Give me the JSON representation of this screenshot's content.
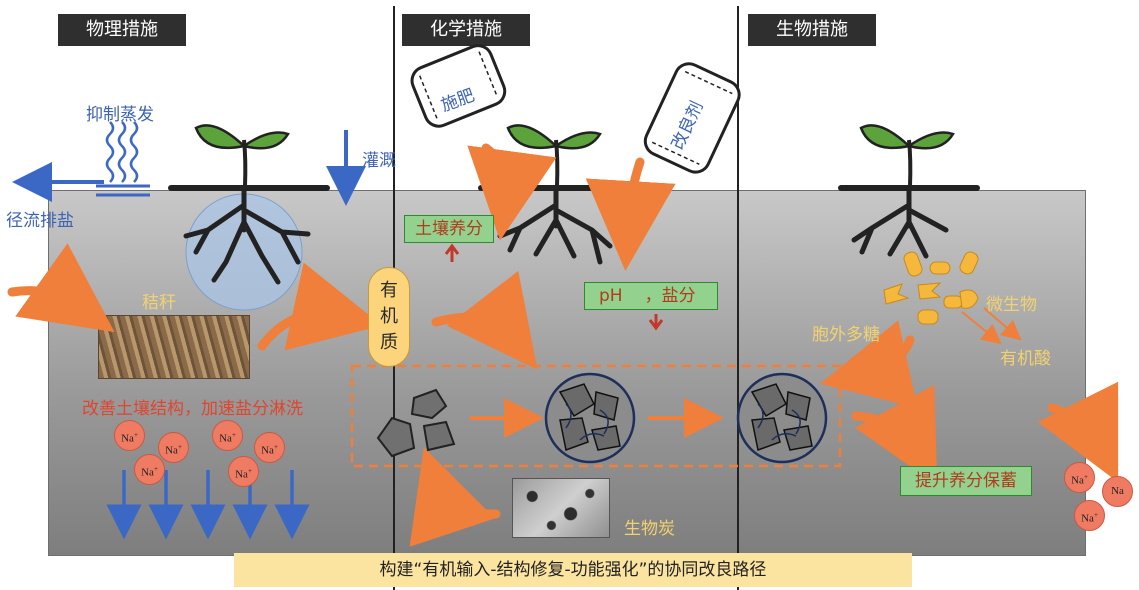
{
  "headers": {
    "physical": "物理措施",
    "chemical": "化学措施",
    "biological": "生物措施"
  },
  "physical": {
    "suppress_evaporation": "抑制蒸发",
    "irrigation": "灌溉",
    "runoff_salt": "径流排盐",
    "straw": "秸秆",
    "improve_structure": "改善土壤结构，加速盐分淋洗",
    "ion_label": "Na",
    "ion_charge": "+"
  },
  "chemical": {
    "fertilizer": "施肥",
    "amendment": "改良剂",
    "soil_nutrients": "土壤养分",
    "ph_salt_ph": "pH",
    "ph_salt_rest": "，盐分",
    "organic_matter": "有机质",
    "biochar": "生物炭"
  },
  "biological": {
    "microbes": "微生物",
    "eps": "胞外多糖",
    "organic_acid": "有机酸",
    "nutrient_retention": "提升养分保蓄"
  },
  "footer": "构建“有机输入-结构修复-功能强化”的协同改良路径",
  "colors": {
    "arrow_orange": "#ef7f3a",
    "arrow_blue": "#3b68c4",
    "soil_top": "#c8c8c8",
    "soil_bottom": "#7e7e7e",
    "label_blue": "#3d63b4",
    "label_yellow": "#f2d270",
    "green_box": "#93d28e",
    "footer_bg": "#fbe3a0"
  }
}
